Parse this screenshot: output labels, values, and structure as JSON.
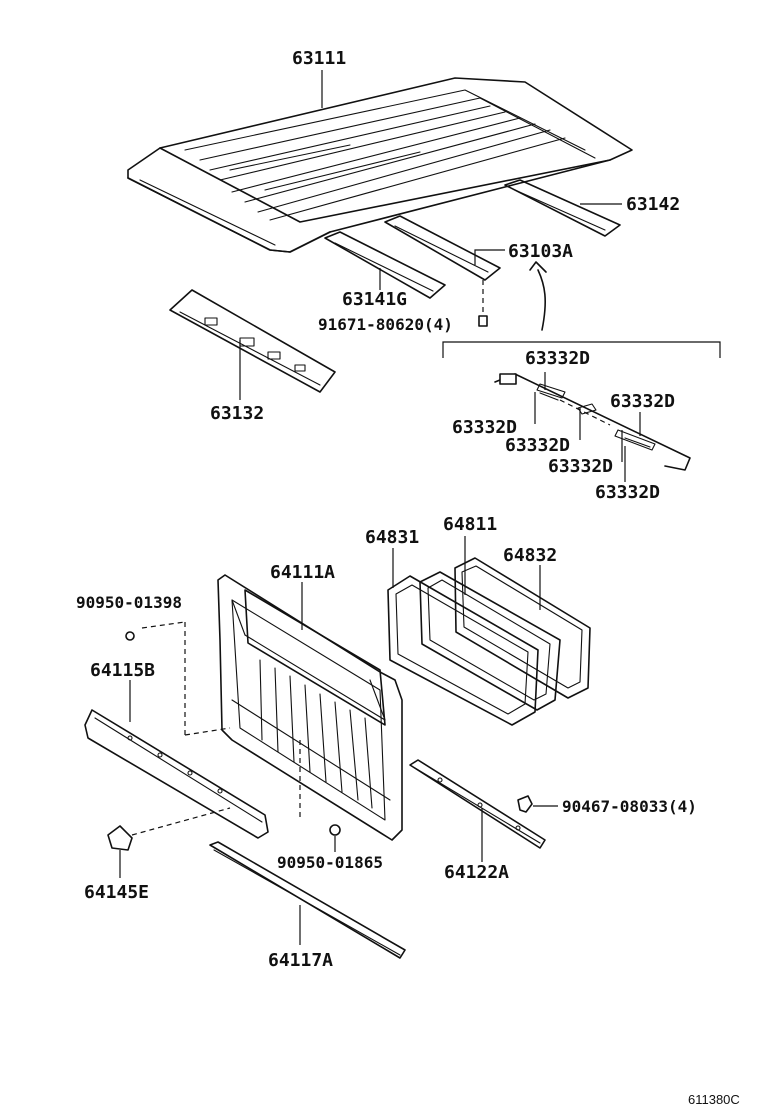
{
  "labels": {
    "roof_panel": "63111",
    "roof_bow_rear": "63142",
    "roof_bow_center": "63103A",
    "roof_bow_front": "63141G",
    "bolt_roof": "91671-80620(4)",
    "roof_header": "63132",
    "pad_top": "63332D",
    "pad_right_upper": "63332D",
    "pad_left": "63332D",
    "pad_mid": "63332D",
    "pad_lower_mid": "63332D",
    "pad_right_lower": "63332D",
    "glass_weatherstrip": "64811",
    "glass_frame_left": "64831",
    "glass_frame_right": "64832",
    "back_panel": "64111A",
    "clip_upper": "90950-01398",
    "back_panel_sill": "64115B",
    "bracket": "64145E",
    "back_panel_lower": "64117A",
    "clip_lower": "90950-01865",
    "back_member": "64122A",
    "screw": "90467-08033(4)"
  },
  "catalog_code": "611380C"
}
